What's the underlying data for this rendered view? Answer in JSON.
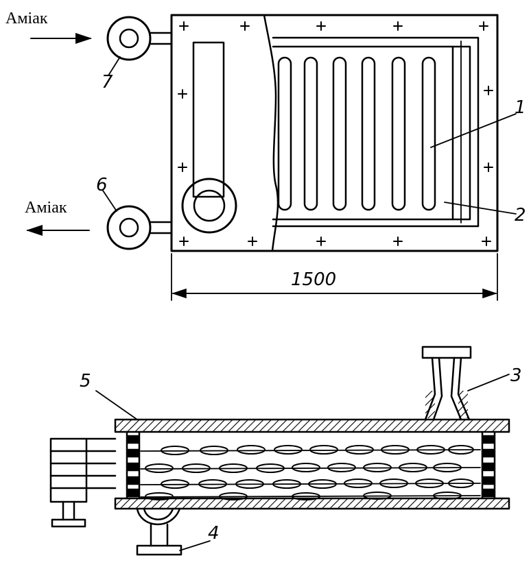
{
  "labels": {
    "ammonia_in": "Аміак",
    "ammonia_out": "Аміак",
    "dimension": "1500"
  },
  "callouts": {
    "c1": "1",
    "c2": "2",
    "c3": "3",
    "c4": "4",
    "c5": "5",
    "c6": "6",
    "c7": "7"
  }
}
